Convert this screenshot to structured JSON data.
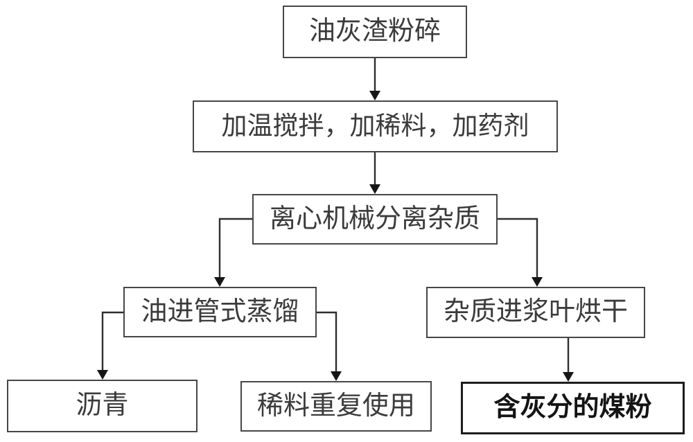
{
  "diagram": {
    "type": "flowchart",
    "nodes": [
      {
        "id": "crush",
        "label": "油灰渣粉碎"
      },
      {
        "id": "mix",
        "label": "加温搅拌，加稀料，加药剂"
      },
      {
        "id": "separate",
        "label": "离心机械分离杂质"
      },
      {
        "id": "distill",
        "label": "油进管式蒸馏"
      },
      {
        "id": "dry",
        "label": "杂质进浆叶烘干"
      },
      {
        "id": "asphalt",
        "label": "沥青"
      },
      {
        "id": "thinner",
        "label": "稀料重复使用"
      },
      {
        "id": "coal",
        "label": "含灰分的煤粉"
      }
    ],
    "edges": [
      {
        "from": "crush",
        "to": "mix"
      },
      {
        "from": "mix",
        "to": "separate"
      },
      {
        "from": "separate",
        "to": "distill"
      },
      {
        "from": "separate",
        "to": "dry"
      },
      {
        "from": "distill",
        "to": "asphalt"
      },
      {
        "from": "distill",
        "to": "thinner"
      },
      {
        "from": "dry",
        "to": "coal"
      }
    ],
    "colors": {
      "background": "#ffffff",
      "box_fill": "#ffffff",
      "box_border": "#464646",
      "text": "#3b3b3b",
      "line": "#2e2e2e",
      "arrowhead": "#161616",
      "emphasis_border": "#1c1c1c",
      "emphasis_text": "#141414"
    }
  }
}
